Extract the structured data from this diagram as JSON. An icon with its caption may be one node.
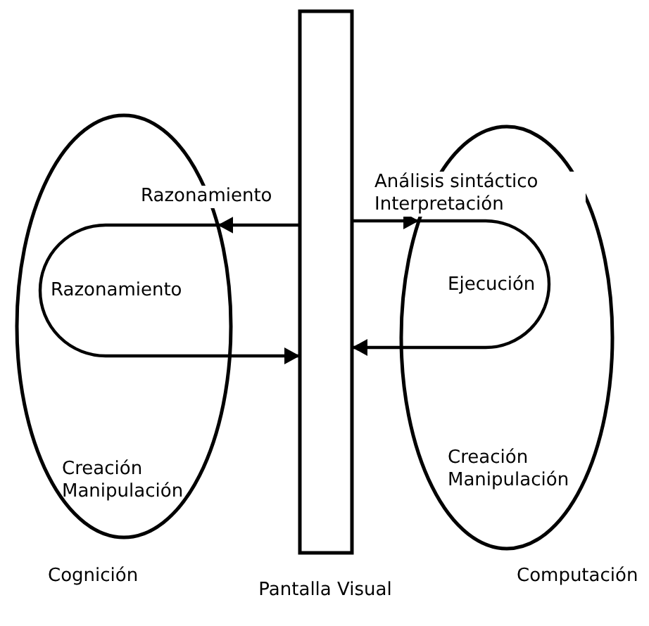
{
  "diagram": {
    "nodes": [
      {
        "text": [
          "Pantalla Visual"
        ]
      },
      {
        "text": [
          "Creación Manipulación",
          "Cognición"
        ]
      },
      {
        "text": [
          "Creación Manipulación",
          "Computación"
        ]
      }
    ],
    "edges": [
      {
        "from": 0,
        "to": 1,
        "arrow": "to",
        "label": "Razonamiento"
      },
      {
        "from": 1,
        "to": 0,
        "arrow": "to"
      },
      {
        "from": 0,
        "to": 2,
        "arrow": "to",
        "label": "Análisis sintáctico Interpretación"
      },
      {
        "from": 2,
        "to": 0,
        "arrow": "to"
      }
    ],
    "labels": [
      "Razonamiento",
      "Ejecución"
    ]
  }
}
